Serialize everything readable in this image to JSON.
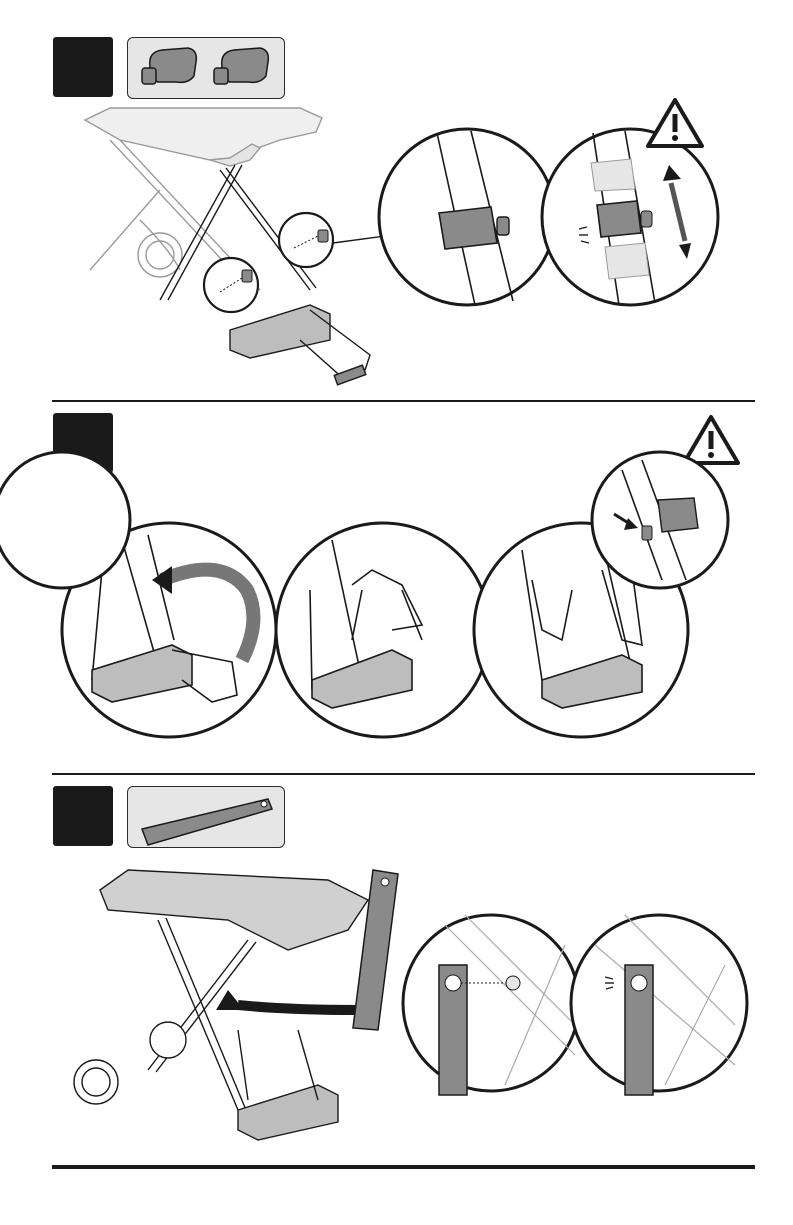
{
  "colors": {
    "ink": "#1a1a1a",
    "parts_fill": "#e6e6e6",
    "part_gray": "#8a8a8a",
    "light_gray": "#d9d9d9",
    "warn_fill": "#ffffff"
  },
  "icons": [
    "warning-triangle-icon",
    "double-arrow-icon",
    "curved-arrow-icon",
    "push-arrow-icon",
    "click-lines-icon"
  ],
  "steps": [
    {
      "parts": [
        "leg-clip-part",
        "leg-clip-part"
      ],
      "warning": true
    },
    {
      "parts": [],
      "warning": true
    },
    {
      "parts": [
        "support-strap-part"
      ],
      "warning": false
    }
  ]
}
